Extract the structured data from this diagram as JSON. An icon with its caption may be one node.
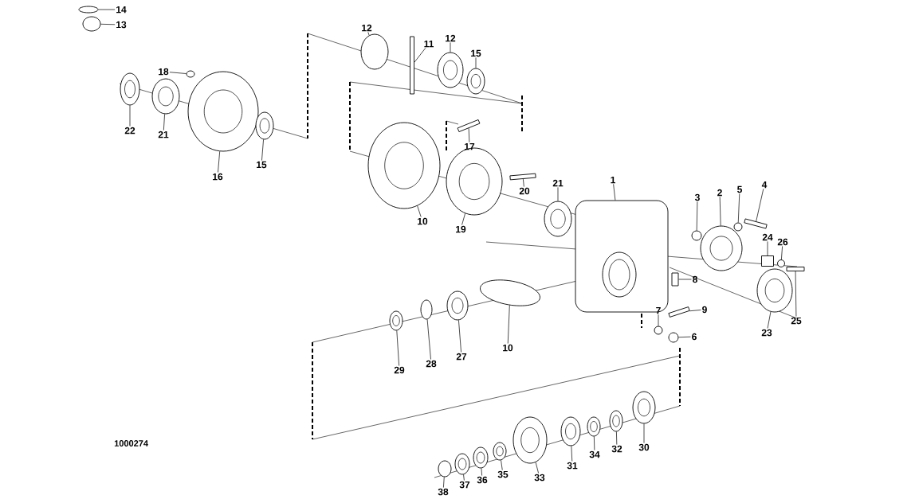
{
  "diagram": {
    "nodes": [
      {
        "text": [
          "14"
        ]
      },
      {
        "text": [
          "13"
        ]
      },
      {
        "text": [
          "12"
        ]
      },
      {
        "text": [
          "11"
        ]
      },
      {
        "text": [
          "12"
        ]
      },
      {
        "text": [
          "15"
        ]
      },
      {
        "text": [
          "18"
        ]
      },
      {
        "text": [
          "22"
        ]
      },
      {
        "text": [
          "21"
        ]
      },
      {
        "text": [
          "16"
        ]
      },
      {
        "text": [
          "15"
        ]
      },
      {
        "text": [
          "17"
        ]
      },
      {
        "text": [
          "10"
        ]
      },
      {
        "text": [
          "20"
        ]
      },
      {
        "text": [
          "19"
        ]
      },
      {
        "text": [
          "21"
        ]
      },
      {
        "text": [
          "1"
        ]
      },
      {
        "text": [
          "2"
        ]
      },
      {
        "text": [
          "3"
        ]
      },
      {
        "text": [
          "5"
        ]
      },
      {
        "text": [
          "4"
        ]
      },
      {
        "text": [
          "24"
        ]
      },
      {
        "text": [
          "26"
        ]
      },
      {
        "text": [
          "8"
        ]
      },
      {
        "text": [
          "9"
        ]
      },
      {
        "text": [
          "7"
        ]
      },
      {
        "text": [
          "6"
        ]
      },
      {
        "text": [
          "23"
        ]
      },
      {
        "text": [
          "25"
        ]
      },
      {
        "text": [
          "10"
        ]
      },
      {
        "text": [
          "27"
        ]
      },
      {
        "text": [
          "28"
        ]
      },
      {
        "text": [
          "29"
        ]
      },
      {
        "text": [
          "30"
        ]
      },
      {
        "text": [
          "32"
        ]
      },
      {
        "text": [
          "34"
        ]
      },
      {
        "text": [
          "31"
        ]
      },
      {
        "text": [
          "33"
        ]
      },
      {
        "text": [
          "35"
        ]
      },
      {
        "text": [
          "36"
        ]
      },
      {
        "text": [
          "37"
        ]
      },
      {
        "text": [
          "38"
        ]
      },
      {
        "text": [],
        "shape": "circle"
      },
      {
        "text": [],
        "shape": "circle"
      },
      {
        "text": [],
        "shape": "circle"
      },
      {
        "text": [],
        "shape": "box"
      },
      {
        "text": [],
        "shape": "circle"
      },
      {
        "text": [],
        "shape": "circle"
      },
      {
        "text": [],
        "shape": "circle"
      },
      {
        "text": [],
        "shape": "circle"
      },
      {
        "text": [],
        "shape": "circle"
      },
      {
        "text": [],
        "shape": "circle"
      },
      {
        "text": [],
        "shape": "circle"
      },
      {
        "text": [],
        "shape": "box"
      },
      {
        "text": [],
        "shape": "circle"
      },
      {
        "text": [],
        "shape": "box"
      },
      {
        "text": [],
        "shape": "circle"
      },
      {
        "text": [],
        "shape": "circle"
      },
      {
        "text": [],
        "shape": "box"
      },
      {
        "text": [],
        "shape": "circle"
      },
      {
        "text": [],
        "shape": "circle"
      },
      {
        "text": [],
        "shape": "circle"
      },
      {
        "text": [],
        "shape": "box"
      },
      {
        "text": [],
        "shape": "box"
      },
      {
        "text": [],
        "shape": "circle"
      },
      {
        "text": [],
        "shape": "box"
      },
      {
        "text": [],
        "shape": "box"
      },
      {
        "text": [],
        "shape": "circle"
      },
      {
        "text": [],
        "shape": "circle"
      },
      {
        "text": [],
        "shape": "circle"
      },
      {
        "text": [],
        "shape": "box"
      },
      {
        "text": [],
        "shape": "circle"
      },
      {
        "text": [],
        "shape": "circle"
      },
      {
        "text": [],
        "shape": "circle"
      },
      {
        "text": [],
        "shape": "circle"
      },
      {
        "text": [],
        "shape": "circle"
      },
      {
        "text": [],
        "shape": "circle"
      },
      {
        "text": [],
        "shape": "circle"
      },
      {
        "text": [],
        "shape": "circle"
      },
      {
        "text": [],
        "shape": "circle"
      },
      {
        "text": [],
        "shape": "circle"
      },
      {
        "text": [],
        "shape": "circle"
      },
      {
        "text": [],
        "shape": "circle"
      },
      {
        "text": [],
        "shape": "circle"
      }
    ],
    "edges": [
      {
        "from": 0,
        "to": 42,
        "arrow": "none"
      },
      {
        "from": 1,
        "to": 43,
        "arrow": "none"
      },
      {
        "from": 2,
        "to": 44,
        "arrow": "none"
      },
      {
        "from": 3,
        "to": 45,
        "arrow": "none"
      },
      {
        "from": 4,
        "to": 46,
        "arrow": "none"
      },
      {
        "from": 5,
        "to": 47,
        "arrow": "none"
      },
      {
        "from": 6,
        "to": 48,
        "arrow": "none"
      },
      {
        "from": 7,
        "to": 49,
        "arrow": "none"
      },
      {
        "from": 8,
        "to": 50,
        "arrow": "none"
      },
      {
        "from": 9,
        "to": 51,
        "arrow": "none"
      },
      {
        "from": 10,
        "to": 52,
        "arrow": "none"
      },
      {
        "from": 11,
        "to": 53,
        "arrow": "none"
      },
      {
        "from": 12,
        "to": 54,
        "arrow": "none"
      },
      {
        "from": 13,
        "to": 55,
        "arrow": "none"
      },
      {
        "from": 14,
        "to": 56,
        "arrow": "none"
      },
      {
        "from": 15,
        "to": 57,
        "arrow": "none"
      },
      {
        "from": 16,
        "to": 58,
        "arrow": "none"
      },
      {
        "from": 17,
        "to": 59,
        "arrow": "none"
      },
      {
        "from": 18,
        "to": 60,
        "arrow": "none"
      },
      {
        "from": 19,
        "to": 61,
        "arrow": "none"
      },
      {
        "from": 20,
        "to": 62,
        "arrow": "none"
      },
      {
        "from": 21,
        "to": 63,
        "arrow": "none"
      },
      {
        "from": 22,
        "to": 64,
        "arrow": "none"
      },
      {
        "from": 23,
        "to": 65,
        "arrow": "none"
      },
      {
        "from": 24,
        "to": 66,
        "arrow": "none"
      },
      {
        "from": 25,
        "to": 67,
        "arrow": "none"
      },
      {
        "from": 26,
        "to": 68,
        "arrow": "none"
      },
      {
        "from": 27,
        "to": 69,
        "arrow": "none"
      },
      {
        "from": 28,
        "to": 70,
        "arrow": "none"
      },
      {
        "from": 29,
        "to": 71,
        "arrow": "none"
      },
      {
        "from": 30,
        "to": 72,
        "arrow": "none"
      },
      {
        "from": 31,
        "to": 73,
        "arrow": "none"
      },
      {
        "from": 32,
        "to": 74,
        "arrow": "none"
      },
      {
        "from": 33,
        "to": 75,
        "arrow": "none"
      },
      {
        "from": 34,
        "to": 76,
        "arrow": "none"
      },
      {
        "from": 35,
        "to": 77,
        "arrow": "none"
      },
      {
        "from": 36,
        "to": 78,
        "arrow": "none"
      },
      {
        "from": 37,
        "to": 79,
        "arrow": "none"
      },
      {
        "from": 38,
        "to": 80,
        "arrow": "none"
      },
      {
        "from": 39,
        "to": 81,
        "arrow": "none"
      },
      {
        "from": 40,
        "to": 82,
        "arrow": "none"
      },
      {
        "from": 41,
        "to": 83,
        "arrow": "none"
      }
    ],
    "labels": [
      "1000274"
    ]
  }
}
